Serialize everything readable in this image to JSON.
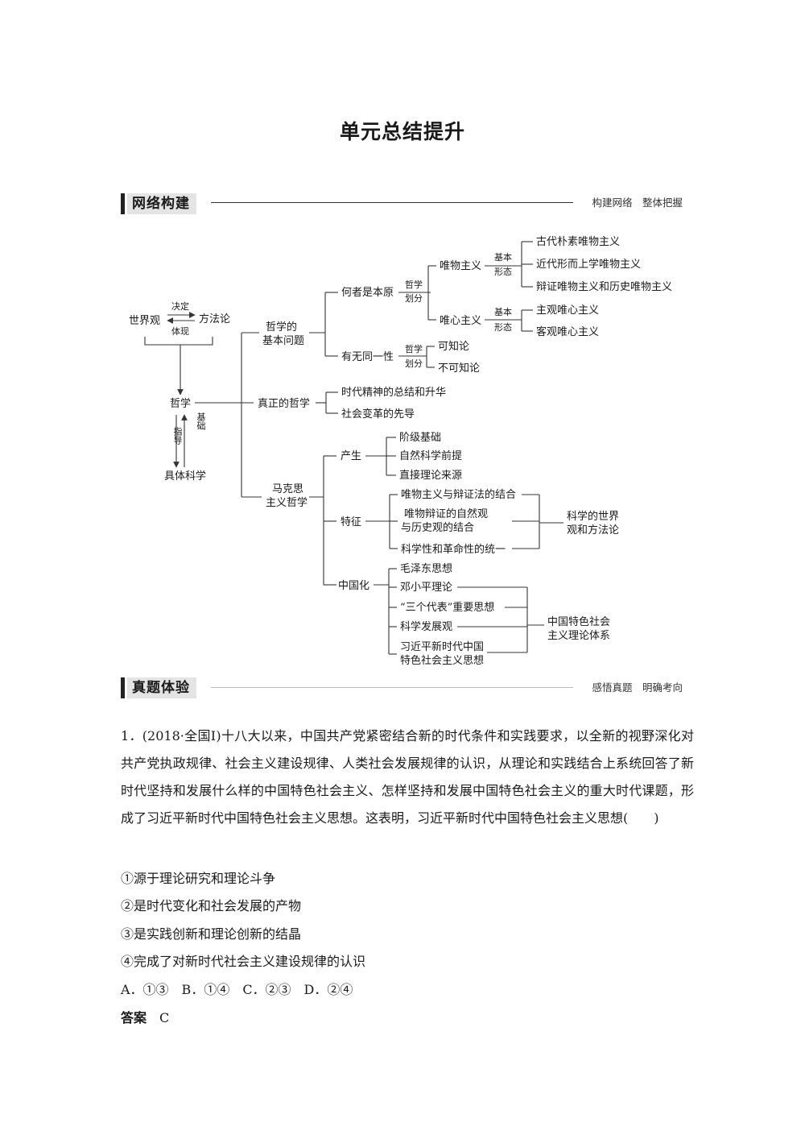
{
  "page": {
    "title": "单元总结提升"
  },
  "sections": {
    "network": {
      "label": "网络构建",
      "slogan": "构建网络　整体把握"
    },
    "exam": {
      "label": "真题体验",
      "slogan": "感悟真题　明确考向"
    }
  },
  "concept_map": {
    "worldview": "世界观",
    "methodology": "方法论",
    "decides": "决定",
    "embodies": "体现",
    "philosophy": "哲学",
    "guides": "指导",
    "foundation": "基础",
    "specific_science": "具体科学",
    "basic_question": [
      "哲学的",
      "基本问题"
    ],
    "what_is_origin": "何者是本原",
    "philosophy_division": [
      "哲学",
      "划分"
    ],
    "materialism": "唯物主义",
    "idealism": "唯心主义",
    "basic_form": [
      "基本",
      "形态"
    ],
    "materialism_forms": [
      "古代朴素唯物主义",
      "近代形而上学唯物主义",
      "辩证唯物主义和历史唯物主义"
    ],
    "idealism_forms": [
      "主观唯心主义",
      "客观唯心主义"
    ],
    "identity": "有无同一性",
    "knowable": "可知论",
    "unknowable": "不可知论",
    "true_philosophy": "真正的哲学",
    "true_philosophy_items": [
      "时代精神的总结和升华",
      "社会变革的先导"
    ],
    "marxist": [
      "马克思",
      "主义哲学"
    ],
    "origin": "产生",
    "origin_items": [
      "阶级基础",
      "自然科学前提",
      "直接理论来源"
    ],
    "features": "特征",
    "feature_items": [
      "唯物主义与辩证法的结合",
      "唯物辩证的自然观",
      "与历史观的结合",
      "科学性和革命性的统一"
    ],
    "scientific_view": [
      "科学的世界",
      "观和方法论"
    ],
    "sinicization": "中国化",
    "sinicization_items": [
      "毛泽东思想",
      "邓小平理论",
      "“三个代表”重要思想",
      "科学发展观",
      "习近平新时代中国",
      "特色社会主义思想"
    ],
    "theory_system": [
      "中国特色社会",
      "主义理论体系"
    ]
  },
  "question": {
    "stem": "1．(2018·全国Ⅰ)十八大以来，中国共产党紧密结合新的时代条件和实践要求，以全新的视野深化对共产党执政规律、社会主义建设规律、人类社会发展规律的认识，从理论和实践结合上系统回答了新时代坚持和发展什么样的中国特色社会主义、怎样坚持和发展中国特色社会主义的重大时代课题，形成了习近平新时代中国特色社会主义思想。这表明，习近平新时代中国特色社会主义思想(　　)",
    "options": [
      "①源于理论研究和理论斗争",
      "②是时代变化和社会发展的产物",
      "③是实践创新和理论创新的结晶",
      "④完成了对新时代社会主义建设规律的认识"
    ],
    "choices": "A．①③　B．①④　C．②③　D．②④",
    "answer_label": "答案",
    "answer_value": "C"
  }
}
